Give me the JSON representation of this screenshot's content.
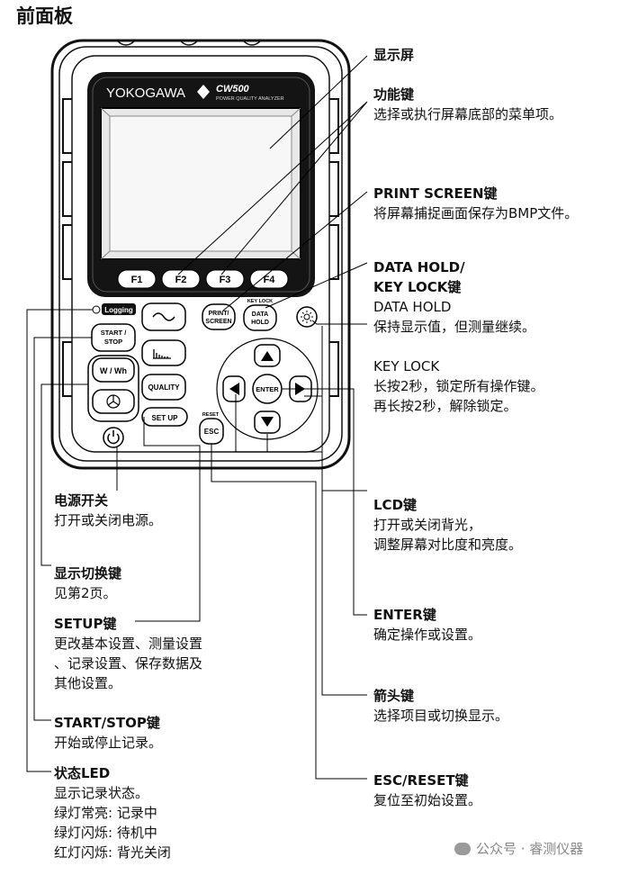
{
  "title": "前面板",
  "device": {
    "brand": "YOKOGAWA",
    "model": "CW500",
    "subtitle": "POWER QUALITY ANALYZER",
    "fkeys": [
      "F1",
      "F2",
      "F3",
      "F4"
    ],
    "keys": {
      "print": [
        "PRINT/",
        "SCREEN"
      ],
      "data": [
        "DATA",
        "HOLD"
      ],
      "keylock": "KEY LOCK",
      "logging": "Logging",
      "start": [
        "START /",
        "STOP"
      ],
      "ww": "W / Wh",
      "quality": "QUALITY",
      "setup": "SET UP",
      "reset": "RESET",
      "esc": "ESC",
      "enter": "ENTER"
    }
  },
  "callouts": {
    "display": {
      "title": "显示屏"
    },
    "function": {
      "title": "功能键",
      "lines": [
        "选择或执行屏幕底部的菜单项。"
      ]
    },
    "print": {
      "title": "PRINT SCREEN键",
      "lines": [
        "将屏幕捕捉画面保存为BMP文件。"
      ]
    },
    "datahold": {
      "title": [
        "DATA HOLD/",
        "KEY LOCK键"
      ],
      "lines": [
        "DATA HOLD",
        "保持显示值，但测量继续。",
        "",
        "KEY LOCK",
        "长按2秒，锁定所有操作键。",
        "再长按2秒，解除锁定。"
      ]
    },
    "lcd": {
      "title": "LCD键",
      "lines": [
        "打开或关闭背光，",
        "调整屏幕对比度和亮度。"
      ]
    },
    "enter": {
      "title": "ENTER键",
      "lines": [
        "确定操作或设置。"
      ]
    },
    "arrow": {
      "title": "箭头键",
      "lines": [
        "选择项目或切换显示。"
      ]
    },
    "esc": {
      "title": "ESC/RESET键",
      "lines": [
        "复位至初始设置。"
      ]
    },
    "power": {
      "title": "电源开关",
      "lines": [
        "打开或关闭电源。"
      ]
    },
    "dispswitch": {
      "title": "显示切换键",
      "lines": [
        "见第2页。"
      ]
    },
    "setup": {
      "title": "SETUP键",
      "lines": [
        "更改基本设置、测量设置",
        "、记录设置、保存数据及",
        "其他设置。"
      ]
    },
    "startstop": {
      "title": "START/STOP键",
      "lines": [
        "开始或停止记录。"
      ]
    },
    "led": {
      "title": "状态LED",
      "lines": [
        "显示记录状态。",
        "绿灯常亮: 记录中",
        "绿灯闪烁: 待机中",
        "红灯闪烁: 背光关闭"
      ]
    }
  },
  "watermark": "公众号 · 睿测仪器"
}
